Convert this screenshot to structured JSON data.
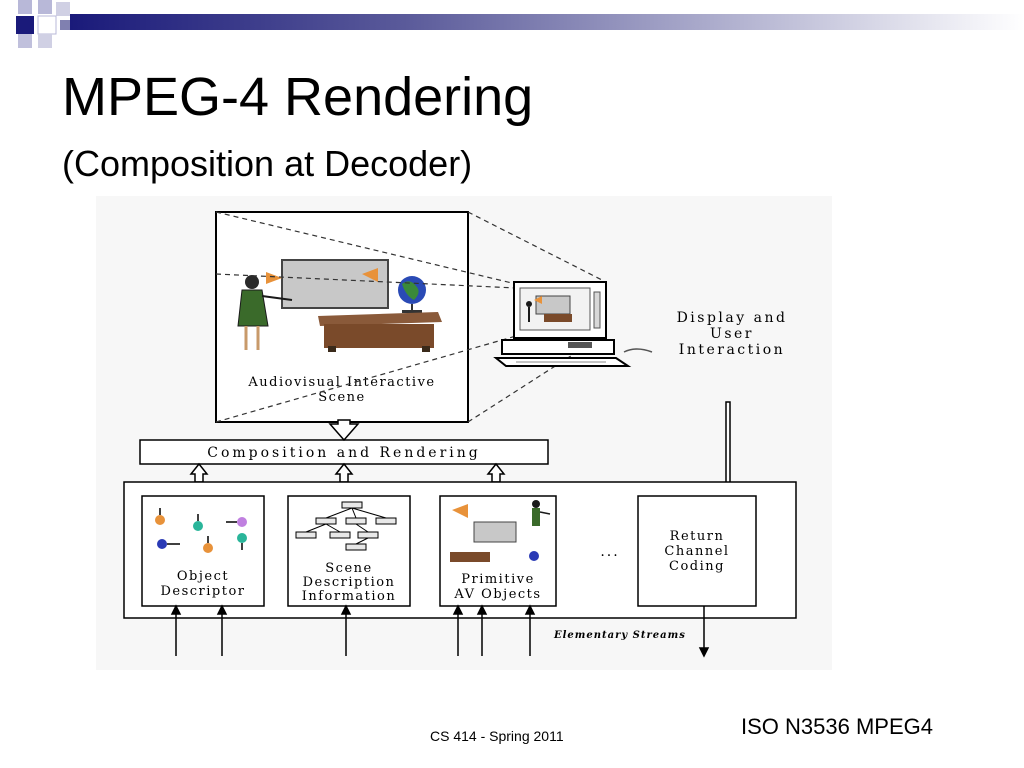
{
  "slide": {
    "title": "MPEG-4 Rendering",
    "subtitle": "(Composition at Decoder)",
    "caption": "ISO N3536 MPEG4",
    "footer": "CS 414 - Spring 2011"
  },
  "diagram": {
    "scene_label_1": "Audiovisual Interactive",
    "scene_label_2": "Scene",
    "display_label_1": "Display and",
    "display_label_2": "User",
    "display_label_3": "Interaction",
    "composition_label": "Composition and Rendering",
    "object_descriptor_1": "Object",
    "object_descriptor_2": "Descriptor",
    "scene_desc_1": "Scene",
    "scene_desc_2": "Description",
    "scene_desc_3": "Information",
    "primitive_1": "Primitive",
    "primitive_2": "AV Objects",
    "ellipsis": "...",
    "return_1": "Return",
    "return_2": "Channel",
    "return_3": "Coding",
    "elementary_streams": "Elementary Streams"
  },
  "colors": {
    "header_navy": "#1a1a7a",
    "header_gradient_end": "#ffffff",
    "diagram_bg": "#f7f7f7",
    "desk_brown": "#7a4a2a",
    "screen_gray": "#c8c8c8",
    "object_orange": "#e8923a",
    "object_teal": "#2ab59a",
    "object_blue": "#2a3ab5",
    "object_violet": "#c080e0"
  }
}
